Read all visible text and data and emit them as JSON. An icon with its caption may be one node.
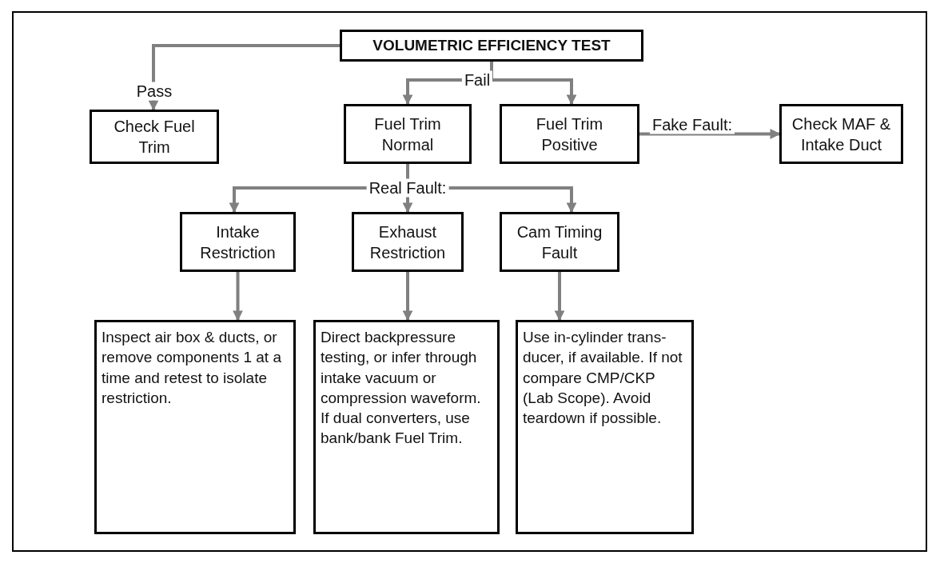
{
  "diagram": {
    "nodes": [
      {
        "text": [
          "VOLUMETRIC EFFICIENCY TEST"
        ]
      },
      {
        "text": [
          "Check Fuel Trim"
        ]
      },
      {
        "text": [
          "Fuel Trim Normal"
        ]
      },
      {
        "text": [
          "Fuel Trim Positive"
        ]
      },
      {
        "text": [
          "Check MAF & Intake Duct"
        ]
      },
      {
        "text": [
          "Intake Restriction"
        ]
      },
      {
        "text": [
          "Exhaust Restriction"
        ]
      },
      {
        "text": [
          "Cam Timing Fault"
        ]
      },
      {
        "text": [
          "Inspect air box & ducts, or remove components 1 at a time and retest to isolate restriction."
        ]
      },
      {
        "text": [
          "Direct backpressure testing, or infer through intake vacuum or compression waveform. If dual converters, use bank/bank Fuel Trim."
        ]
      },
      {
        "text": [
          "Use in-cylinder trans- ducer, if available. If not compare CMP/CKP (Lab Scope). Avoid teardown if possible."
        ]
      }
    ],
    "edges": [
      {
        "from": 0,
        "to": 1,
        "arrow": "to",
        "label": "Pass"
      },
      {
        "from": 0,
        "to": 2,
        "arrow": "to",
        "label": "Fail"
      },
      {
        "from": 0,
        "to": 3,
        "arrow": "to"
      },
      {
        "from": 3,
        "to": 4,
        "arrow": "to",
        "label": "Fake Fault:"
      },
      {
        "from": 2,
        "to": 5,
        "arrow": "to",
        "label": "Real Fault:"
      },
      {
        "from": 2,
        "to": 6,
        "arrow": "to"
      },
      {
        "from": 2,
        "to": 7,
        "arrow": "to"
      },
      {
        "from": 5,
        "to": 8,
        "arrow": "to"
      },
      {
        "from": 6,
        "to": 9,
        "arrow": "to"
      },
      {
        "from": 7,
        "to": 10,
        "arrow": "to"
      }
    ]
  }
}
